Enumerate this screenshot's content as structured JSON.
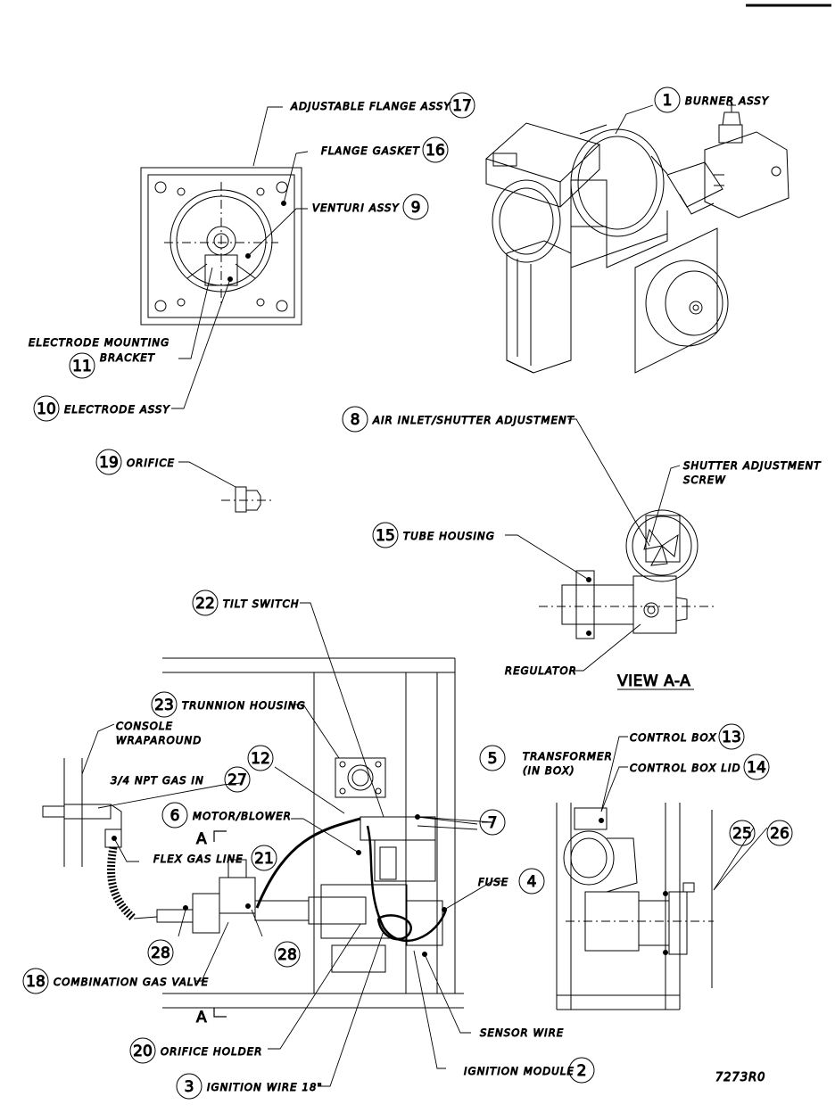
{
  "view_label": "VIEW A-A",
  "drawing_number": "7273R0",
  "section_marker": "A",
  "callouts": [
    {
      "id": "c1",
      "number": "1",
      "text": "BURNER ASSY"
    },
    {
      "id": "c17",
      "number": "17",
      "text": "ADJUSTABLE FLANGE ASSY"
    },
    {
      "id": "c16",
      "number": "16",
      "text": "FLANGE GASKET"
    },
    {
      "id": "c9",
      "number": "9",
      "text": "VENTURI ASSY"
    },
    {
      "id": "c11",
      "number": "11",
      "text": "ELECTRODE MOUNTING BRACKET",
      "line1": "ELECTRODE MOUNTING",
      "line2": "BRACKET"
    },
    {
      "id": "c10",
      "number": "10",
      "text": "ELECTRODE ASSY"
    },
    {
      "id": "c8",
      "number": "8",
      "text": "AIR INLET/SHUTTER ADJUSTMENT"
    },
    {
      "id": "c19",
      "number": "19",
      "text": "ORIFICE"
    },
    {
      "id": "c15",
      "number": "15",
      "text": "TUBE HOUSING"
    },
    {
      "id": "c22",
      "number": "22",
      "text": "TILT SWITCH"
    },
    {
      "id": "c23",
      "number": "23",
      "text": "TRUNNION HOUSING"
    },
    {
      "id": "c27",
      "number": "27",
      "text": "3/4 NPT GAS IN"
    },
    {
      "id": "c12",
      "number": "12",
      "text": ""
    },
    {
      "id": "c5",
      "number": "5",
      "text": ""
    },
    {
      "id": "c6",
      "number": "6",
      "text": "MOTOR/BLOWER"
    },
    {
      "id": "c7",
      "number": "7",
      "text": ""
    },
    {
      "id": "c21",
      "number": "21",
      "text": "FLEX GAS LINE"
    },
    {
      "id": "c4",
      "number": "4",
      "text": "FUSE"
    },
    {
      "id": "c28a",
      "number": "28",
      "text": ""
    },
    {
      "id": "c28b",
      "number": "28",
      "text": ""
    },
    {
      "id": "c18",
      "number": "18",
      "text": "COMBINATION GAS VALVE"
    },
    {
      "id": "c20",
      "number": "20",
      "text": "ORIFICE HOLDER"
    },
    {
      "id": "c3",
      "number": "3",
      "text": "IGNITION WIRE 18\""
    },
    {
      "id": "c2",
      "number": "2",
      "text": "IGNITION MODULE"
    },
    {
      "id": "c13",
      "number": "13",
      "text": "CONTROL BOX"
    },
    {
      "id": "c14",
      "number": "14",
      "text": "CONTROL BOX LID"
    },
    {
      "id": "c25",
      "number": "25",
      "text": ""
    },
    {
      "id": "c26",
      "number": "26",
      "text": ""
    }
  ],
  "labels": {
    "shutter_screw_1": "SHUTTER ADJUSTMENT",
    "shutter_screw_2": "SCREW",
    "regulator": "REGULATOR",
    "console_1": "CONSOLE",
    "console_2": "WRAPAROUND",
    "transformer_1": "TRANSFORMER",
    "transformer_2": "(IN BOX)",
    "sensor_wire": "SENSOR WIRE"
  }
}
